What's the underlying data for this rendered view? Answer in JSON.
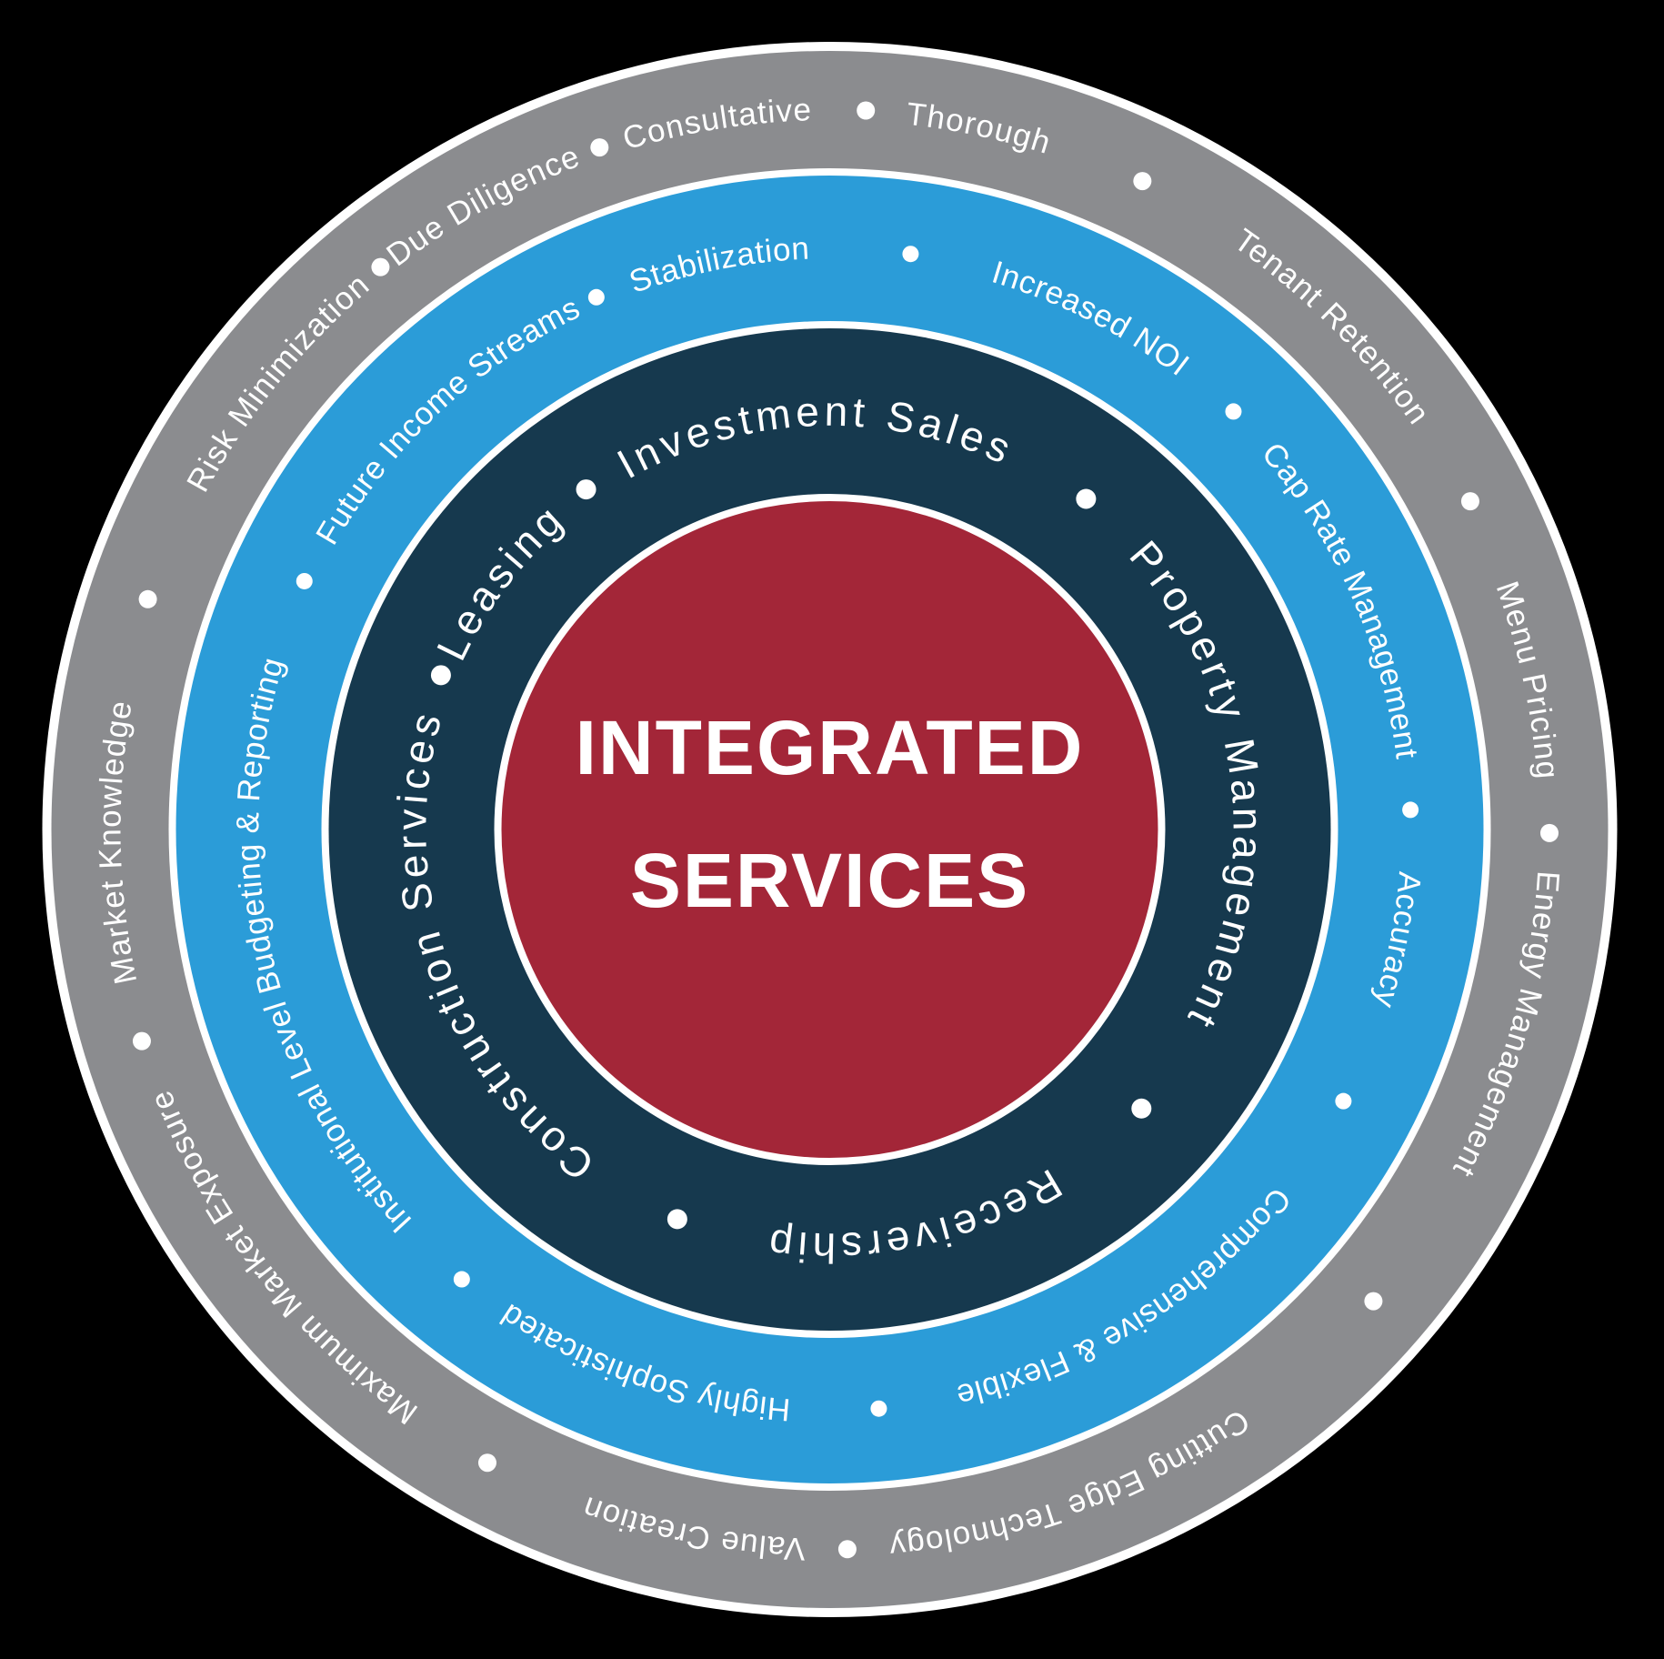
{
  "background_color": "#000000",
  "separator_color": "#FFFFFF",
  "separator_glyph": "•",
  "center": {
    "lines": [
      "INTEGRATED",
      "SERVICES"
    ],
    "color": "#A32638",
    "text_color": "#FFFFFF"
  },
  "rings": [
    {
      "name": "outer-attributes-ring",
      "color": "#8B8C8F",
      "text_color": "#FFFFFF",
      "items": [
        {
          "label": "Consultative",
          "angle": 351
        },
        {
          "label": "Thorough",
          "angle": 12
        },
        {
          "label": "Tenant Retention",
          "angle": 45
        },
        {
          "label": "Menu Pricing",
          "angle": 78
        },
        {
          "label": "Energy Management",
          "angle": 106
        },
        {
          "label": "Cutting Edge Technology",
          "angle": 160
        },
        {
          "label": "Value Creation",
          "angle": 191
        },
        {
          "label": "Maximum Market Exposure",
          "angle": 232
        },
        {
          "label": "Market Knowledge",
          "angle": 269
        },
        {
          "label": "Risk Minimization",
          "angle": 309
        },
        {
          "label": "Due Diligence",
          "angle": 331
        }
      ]
    },
    {
      "name": "middle-benefits-ring",
      "color": "#2B9CD8",
      "text_color": "#FFFFFF",
      "items": [
        {
          "label": "Stabilization",
          "angle": 349
        },
        {
          "label": "Increased NOI",
          "angle": 27
        },
        {
          "label": "Cap Rate Management",
          "angle": 66
        },
        {
          "label": "Accuracy",
          "angle": 101
        },
        {
          "label": "Comprehensive & Flexible",
          "angle": 148
        },
        {
          "label": "Highly Sophisticated",
          "angle": 199
        },
        {
          "label": "Institutional Level Budgeting & Reporting",
          "angle": 257
        },
        {
          "label": "Future Income Streams",
          "angle": 317
        }
      ]
    },
    {
      "name": "inner-services-ring",
      "color": "#16394E",
      "text_color": "#FFFFFF",
      "items": [
        {
          "label": "Investment Sales",
          "angle": 358
        },
        {
          "label": "Property Management",
          "angle": 83
        },
        {
          "label": "Receivership",
          "angle": 168
        },
        {
          "label": "Construction Services",
          "angle": 251
        },
        {
          "label": "Leasing",
          "angle": 307
        }
      ]
    }
  ]
}
